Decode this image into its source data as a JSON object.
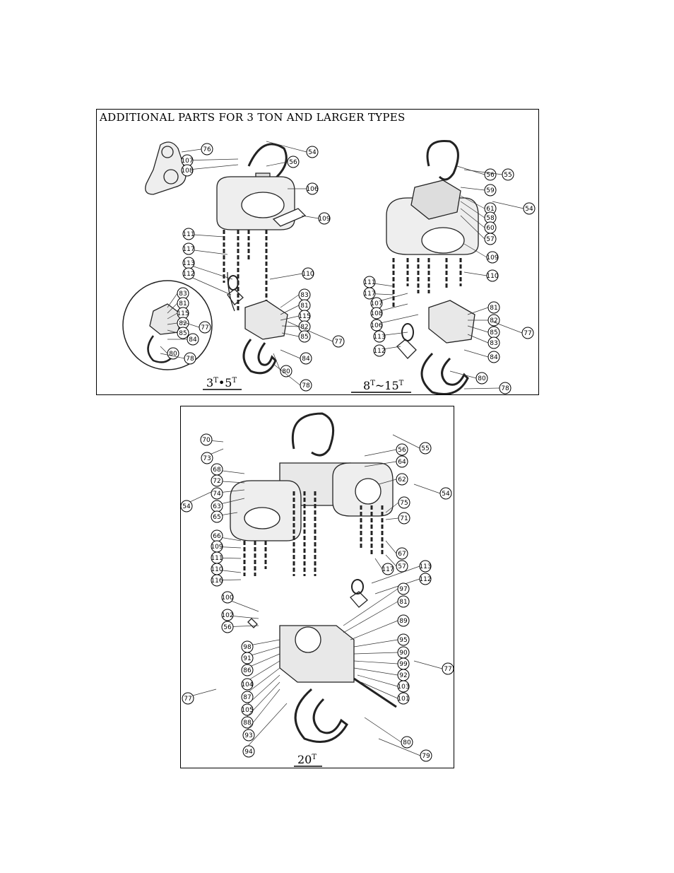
{
  "top_figure": {
    "title": "ADDITIONAL PARTS FOR 3 TON AND LARGER TYPES",
    "caption_left": {
      "main": "3",
      "sup1": "T",
      "mid": "•5",
      "sup2": "T"
    },
    "caption_right": {
      "main": "8",
      "sup1": "T",
      "mid": "~15",
      "sup2": "T"
    },
    "labels_left": [
      "76",
      "107",
      "108",
      "54",
      "56",
      "106",
      "109",
      "111",
      "117",
      "113",
      "112",
      "110",
      "83",
      "81",
      "115",
      "82",
      "85",
      "77",
      "84",
      "80",
      "78"
    ],
    "labels_inset": [
      "83",
      "81",
      "115",
      "82",
      "85",
      "84",
      "77",
      "80",
      "78"
    ],
    "labels_right": [
      "56",
      "55",
      "59",
      "61",
      "58",
      "60",
      "54",
      "57",
      "109",
      "110",
      "111",
      "117",
      "107",
      "108",
      "106",
      "113",
      "112",
      "81",
      "82",
      "85",
      "83",
      "77",
      "84",
      "80",
      "78"
    ]
  },
  "bottom_figure": {
    "caption": {
      "main": "20",
      "sup": "T"
    },
    "labels": [
      "70",
      "73",
      "68",
      "72",
      "74",
      "54",
      "63",
      "65",
      "66",
      "109",
      "111",
      "110",
      "116",
      "55",
      "56",
      "64",
      "62",
      "54",
      "75",
      "71",
      "67",
      "57",
      "117",
      "113",
      "112",
      "100",
      "102",
      "56",
      "98",
      "91",
      "86",
      "104",
      "87",
      "105",
      "88",
      "93",
      "94",
      "77",
      "97",
      "81",
      "89",
      "95",
      "90",
      "99",
      "92",
      "103",
      "101",
      "77",
      "80",
      "79"
    ]
  }
}
